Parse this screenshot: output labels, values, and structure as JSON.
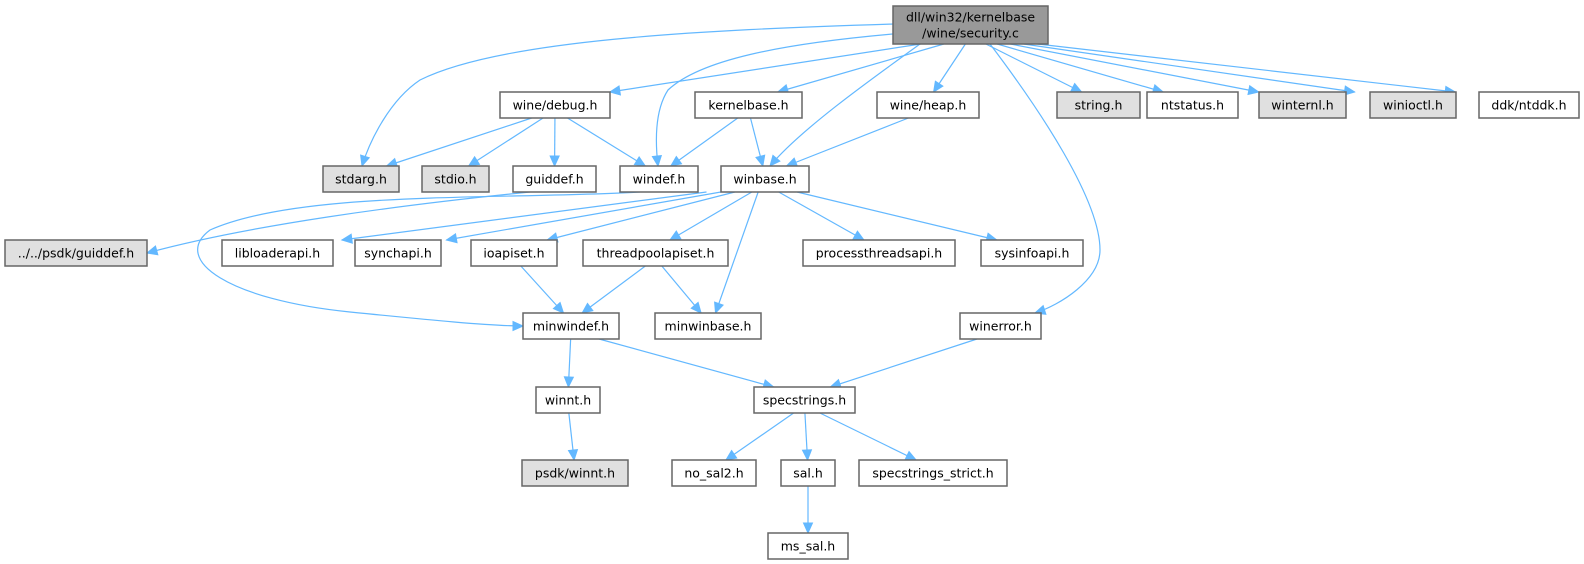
{
  "diagram": {
    "type": "include-dependency-graph",
    "colors": {
      "root_fill": "#999999",
      "local_fill": "#ffffff",
      "external_fill": "#e0e0e0",
      "border": "#666666",
      "edge": "#63b8ff"
    },
    "nodes": [
      {
        "id": "root",
        "label_lines": [
          "dll/win32/kernelbase",
          "/wine/security.c"
        ],
        "kind": "root"
      },
      {
        "id": "wine_debug",
        "label_lines": [
          "wine/debug.h"
        ],
        "kind": "local"
      },
      {
        "id": "kernelbase",
        "label_lines": [
          "kernelbase.h"
        ],
        "kind": "local"
      },
      {
        "id": "wine_heap",
        "label_lines": [
          "wine/heap.h"
        ],
        "kind": "local"
      },
      {
        "id": "string",
        "label_lines": [
          "string.h"
        ],
        "kind": "external"
      },
      {
        "id": "ntstatus",
        "label_lines": [
          "ntstatus.h"
        ],
        "kind": "local"
      },
      {
        "id": "winternl",
        "label_lines": [
          "winternl.h"
        ],
        "kind": "external"
      },
      {
        "id": "winioctl",
        "label_lines": [
          "winioctl.h"
        ],
        "kind": "external"
      },
      {
        "id": "ntddk",
        "label_lines": [
          "ddk/ntddk.h"
        ],
        "kind": "local"
      },
      {
        "id": "stdarg",
        "label_lines": [
          "stdarg.h"
        ],
        "kind": "external"
      },
      {
        "id": "stdio",
        "label_lines": [
          "stdio.h"
        ],
        "kind": "external"
      },
      {
        "id": "guiddef",
        "label_lines": [
          "guiddef.h"
        ],
        "kind": "local"
      },
      {
        "id": "windef",
        "label_lines": [
          "windef.h"
        ],
        "kind": "local"
      },
      {
        "id": "winbase",
        "label_lines": [
          "winbase.h"
        ],
        "kind": "local"
      },
      {
        "id": "psdk_guiddef",
        "label_lines": [
          "../../psdk/guiddef.h"
        ],
        "kind": "external"
      },
      {
        "id": "libloaderapi",
        "label_lines": [
          "libloaderapi.h"
        ],
        "kind": "local"
      },
      {
        "id": "synchapi",
        "label_lines": [
          "synchapi.h"
        ],
        "kind": "local"
      },
      {
        "id": "ioapiset",
        "label_lines": [
          "ioapiset.h"
        ],
        "kind": "local"
      },
      {
        "id": "threadpoolapiset",
        "label_lines": [
          "threadpoolapiset.h"
        ],
        "kind": "local"
      },
      {
        "id": "processthreadsapi",
        "label_lines": [
          "processthreadsapi.h"
        ],
        "kind": "local"
      },
      {
        "id": "sysinfoapi",
        "label_lines": [
          "sysinfoapi.h"
        ],
        "kind": "local"
      },
      {
        "id": "minwindef",
        "label_lines": [
          "minwindef.h"
        ],
        "kind": "local"
      },
      {
        "id": "minwinbase",
        "label_lines": [
          "minwinbase.h"
        ],
        "kind": "local"
      },
      {
        "id": "winerror",
        "label_lines": [
          "winerror.h"
        ],
        "kind": "local"
      },
      {
        "id": "winnt",
        "label_lines": [
          "winnt.h"
        ],
        "kind": "local"
      },
      {
        "id": "specstrings",
        "label_lines": [
          "specstrings.h"
        ],
        "kind": "local"
      },
      {
        "id": "psdk_winnt",
        "label_lines": [
          "psdk/winnt.h"
        ],
        "kind": "external"
      },
      {
        "id": "no_sal2",
        "label_lines": [
          "no_sal2.h"
        ],
        "kind": "local"
      },
      {
        "id": "sal",
        "label_lines": [
          "sal.h"
        ],
        "kind": "local"
      },
      {
        "id": "specstrings_strict",
        "label_lines": [
          "specstrings_strict.h"
        ],
        "kind": "local"
      },
      {
        "id": "ms_sal",
        "label_lines": [
          "ms_sal.h"
        ],
        "kind": "local"
      }
    ],
    "edges": [
      [
        "root",
        "wine_debug"
      ],
      [
        "root",
        "stdarg"
      ],
      [
        "root",
        "windef"
      ],
      [
        "root",
        "kernelbase"
      ],
      [
        "root",
        "winbase"
      ],
      [
        "root",
        "wine_heap"
      ],
      [
        "root",
        "winerror"
      ],
      [
        "root",
        "string"
      ],
      [
        "root",
        "ntstatus"
      ],
      [
        "root",
        "winternl"
      ],
      [
        "root",
        "winioctl"
      ],
      [
        "root",
        "ntddk"
      ],
      [
        "wine_debug",
        "stdarg"
      ],
      [
        "wine_debug",
        "stdio"
      ],
      [
        "wine_debug",
        "guiddef"
      ],
      [
        "wine_debug",
        "windef"
      ],
      [
        "kernelbase",
        "windef"
      ],
      [
        "kernelbase",
        "winbase"
      ],
      [
        "wine_heap",
        "winbase"
      ],
      [
        "guiddef",
        "psdk_guiddef"
      ],
      [
        "windef",
        "minwindef"
      ],
      [
        "winbase",
        "libloaderapi"
      ],
      [
        "winbase",
        "synchapi"
      ],
      [
        "winbase",
        "ioapiset"
      ],
      [
        "winbase",
        "threadpoolapiset"
      ],
      [
        "winbase",
        "minwinbase"
      ],
      [
        "winbase",
        "processthreadsapi"
      ],
      [
        "winbase",
        "sysinfoapi"
      ],
      [
        "ioapiset",
        "minwindef"
      ],
      [
        "threadpoolapiset",
        "minwindef"
      ],
      [
        "threadpoolapiset",
        "minwinbase"
      ],
      [
        "minwindef",
        "winnt"
      ],
      [
        "minwindef",
        "specstrings"
      ],
      [
        "winerror",
        "specstrings"
      ],
      [
        "winnt",
        "psdk_winnt"
      ],
      [
        "specstrings",
        "no_sal2"
      ],
      [
        "specstrings",
        "sal"
      ],
      [
        "specstrings",
        "specstrings_strict"
      ],
      [
        "sal",
        "ms_sal"
      ]
    ]
  }
}
